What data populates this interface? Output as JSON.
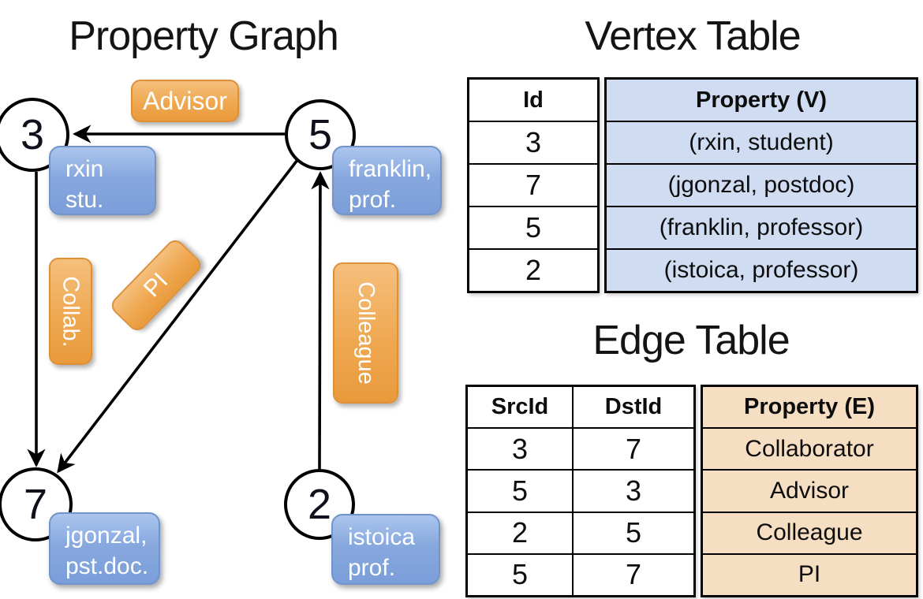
{
  "graph": {
    "title": "Property Graph",
    "nodes": [
      {
        "id": "3"
      },
      {
        "id": "5"
      },
      {
        "id": "7"
      },
      {
        "id": "2"
      }
    ],
    "vertex_boxes": [
      {
        "line1": "rxin",
        "line2": "stu."
      },
      {
        "line1": "franklin,",
        "line2": "prof."
      },
      {
        "line1": "jgonzal,",
        "line2": "pst.doc."
      },
      {
        "line1": "istoica",
        "line2": "prof."
      }
    ],
    "edge_labels": [
      {
        "text": "Advisor"
      },
      {
        "text": "Collab."
      },
      {
        "text": "PI"
      },
      {
        "text": "Colleague"
      }
    ]
  },
  "vertex_table": {
    "title": "Vertex Table",
    "headers": {
      "id": "Id",
      "property": "Property (V)"
    },
    "rows": [
      {
        "id": "3",
        "property": "(rxin, student)"
      },
      {
        "id": "7",
        "property": "(jgonzal, postdoc)"
      },
      {
        "id": "5",
        "property": "(franklin, professor)"
      },
      {
        "id": "2",
        "property": "(istoica, professor)"
      }
    ]
  },
  "edge_table": {
    "title": "Edge Table",
    "headers": {
      "src": "SrcId",
      "dst": "DstId",
      "property": "Property (E)"
    },
    "rows": [
      {
        "src": "3",
        "dst": "7",
        "property": "Collaborator"
      },
      {
        "src": "5",
        "dst": "3",
        "property": "Advisor"
      },
      {
        "src": "2",
        "dst": "5",
        "property": "Colleague"
      },
      {
        "src": "5",
        "dst": "7",
        "property": "PI"
      }
    ]
  },
  "colors": {
    "edge_label_fill": "#efa851",
    "vertex_box_fill": "#87a8de",
    "vertex_table_fill": "#cfdcf1",
    "edge_table_fill": "#f6dec2",
    "line": "#000000"
  }
}
